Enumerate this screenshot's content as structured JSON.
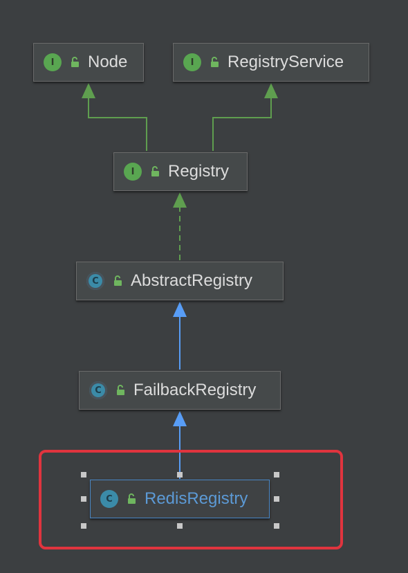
{
  "nodes": {
    "node": {
      "label": "Node",
      "kind": "interface",
      "badge": "I"
    },
    "registry_service": {
      "label": "RegistryService",
      "kind": "interface",
      "badge": "I"
    },
    "registry": {
      "label": "Registry",
      "kind": "interface",
      "badge": "I"
    },
    "abstract_registry": {
      "label": "AbstractRegistry",
      "kind": "abstract-class",
      "badge": "C"
    },
    "failback_registry": {
      "label": "FailbackRegistry",
      "kind": "class",
      "badge": "C"
    },
    "redis_registry": {
      "label": "RedisRegistry",
      "kind": "class",
      "badge": "C",
      "selected": true
    }
  },
  "edges": [
    {
      "from": "registry",
      "to": "node",
      "type": "extends",
      "color": "#5f9e4f"
    },
    {
      "from": "registry",
      "to": "registry_service",
      "type": "extends",
      "color": "#5f9e4f"
    },
    {
      "from": "abstract_registry",
      "to": "registry",
      "type": "implements",
      "color": "#5f9e4f"
    },
    {
      "from": "failback_registry",
      "to": "abstract_registry",
      "type": "extends",
      "color": "#589df6"
    },
    {
      "from": "redis_registry",
      "to": "failback_registry",
      "type": "extends",
      "color": "#589df6"
    }
  ],
  "colors": {
    "background": "#3c3f41",
    "interface_badge": "#59a651",
    "class_badge": "#3b8ba8",
    "selection": "#4a88c7",
    "highlight": "#e0343e",
    "lock_icon": "#6fb65f"
  },
  "icons": {
    "interface": "interface-icon",
    "class": "class-icon",
    "visibility": "unlocked-icon"
  }
}
